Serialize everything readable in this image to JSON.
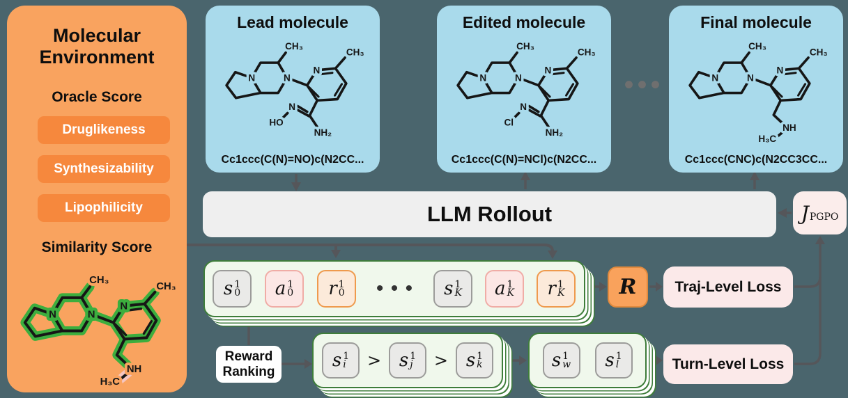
{
  "colors": {
    "background": "#4A656D",
    "panel_orange": "#F9A35F",
    "button_orange": "#F6883D",
    "card_blue": "#A9DAEB",
    "rollout_gray": "#EFEFEF",
    "loss_pink": "#FBE9E9",
    "objective_pink": "#FBEDEB",
    "state_token_gray": "#EAEAE8",
    "action_token_pink": "#FCE7E5",
    "reward_token_orange": "#FCEADA",
    "return_orange": "#F9A25C",
    "stack_green_border": "#3E7D3A",
    "stack_green_fill": "#F0F8EC",
    "highlight_green": "#3CAE3E",
    "highlight_pink": "#F5C6C2",
    "connector_gray": "#55565A"
  },
  "environment": {
    "title_line1": "Molecular",
    "title_line2": "Environment",
    "oracle_heading": "Oracle Score",
    "oracle_buttons": [
      "Druglikeness",
      "Synthesizability",
      "Lipophilicity"
    ],
    "similarity_heading": "Similarity Score",
    "molecule_labels": {
      "ch3_top": "CH₃",
      "ch3_right": "CH₃",
      "n_bridge": "N",
      "n_ring": "N",
      "n_pyridine": "N",
      "nh": "NH",
      "h3c": "H₃C"
    }
  },
  "cards": [
    {
      "title": "Lead molecule",
      "smiles": "Cc1ccc(C(N)=NO)c(N2CC...",
      "labels": {
        "ch3_top": "CH₃",
        "ch3_right": "CH₃",
        "n_bridge": "N",
        "n_ring": "N",
        "n_pyridine": "N",
        "n_imine": "N",
        "x_group": "HO",
        "amine": "NH₂"
      }
    },
    {
      "title": "Edited molecule",
      "smiles": "Cc1ccc(C(N)=NCl)c(N2CC...",
      "labels": {
        "ch3_top": "CH₃",
        "ch3_right": "CH₃",
        "n_bridge": "N",
        "n_ring": "N",
        "n_pyridine": "N",
        "n_imine": "N",
        "x_group": "Cl",
        "amine": "NH₂"
      }
    },
    {
      "title": "Final molecule",
      "smiles": "Cc1ccc(CNC)c(N2CC3CC...",
      "labels": {
        "ch3_top": "CH₃",
        "ch3_right": "CH₃",
        "n_bridge": "N",
        "n_ring": "N",
        "n_pyridine": "N",
        "nh": "NH",
        "h3c": "H₃C"
      }
    }
  ],
  "cards_ellipsis": "•••",
  "rollout_label": "LLM Rollout",
  "objective": {
    "base": "J",
    "sub": "PGPO"
  },
  "trajectory": {
    "tokens": [
      {
        "base": "s",
        "sup": "1",
        "sub": "0"
      },
      {
        "base": "a",
        "sup": "1",
        "sub": "0"
      },
      {
        "base": "r",
        "sup": "1",
        "sub": "0"
      },
      {
        "base": "s",
        "sup": "1",
        "sub": "K"
      },
      {
        "base": "a",
        "sup": "1",
        "sub": "K"
      },
      {
        "base": "r",
        "sup": "1",
        "sub": "K"
      }
    ],
    "ellipsis": "• • •",
    "return_label": "R",
    "traj_loss_label": "Traj-Level Loss"
  },
  "ranking": {
    "label_line1": "Reward",
    "label_line2": "Ranking",
    "ordered": [
      {
        "base": "s",
        "sup": "1",
        "sub": "i"
      },
      {
        "base": "s",
        "sup": "1",
        "sub": "j"
      },
      {
        "base": "s",
        "sup": "1",
        "sub": "k"
      }
    ],
    "separator": ">",
    "pair": [
      {
        "base": "s",
        "sup": "1",
        "sub": "w"
      },
      {
        "base": "s",
        "sup": "1",
        "sub": "l"
      }
    ],
    "turn_loss_label": "Turn-Level Loss"
  }
}
